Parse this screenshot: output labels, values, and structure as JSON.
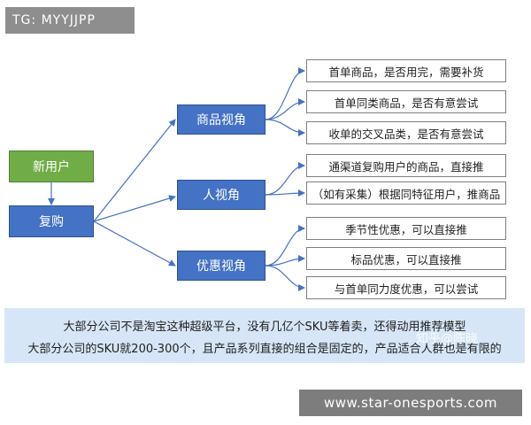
{
  "tag": "TG: MYYJJPP",
  "nodes": {
    "new_user": "新用户",
    "repurchase": "复购",
    "product_view": "商品视角",
    "person_view": "人视角",
    "discount_view": "优惠视角"
  },
  "leaves": {
    "product": [
      "首单商品，是否用完，需要补货",
      "首单同类商品，是否有意尝试",
      "收单的交叉品类，是否有意尝试"
    ],
    "person": [
      "通渠道复购用户的商品，直接推",
      "（如有采集）根据同特征用户，推商品"
    ],
    "discount": [
      "季节性优惠，可以直接推",
      "标品优惠，可以直接推",
      "与首单同力度优惠，可以尝试"
    ]
  },
  "banner": {
    "line1": "大部分公司不是淘宝这种超级平台，没有几亿个SKU等着卖，还得动用推荐模型",
    "line2": "大部分公司的SKU就200-300个，且产品系列直接的组合是固定的，产品适合人群也是有限的"
  },
  "watermark": "知乎@陈晓",
  "url": "www.star-onesports.com",
  "colors": {
    "green": "#70ad47",
    "blue": "#4472c4",
    "banner": "#d6e6f7"
  }
}
